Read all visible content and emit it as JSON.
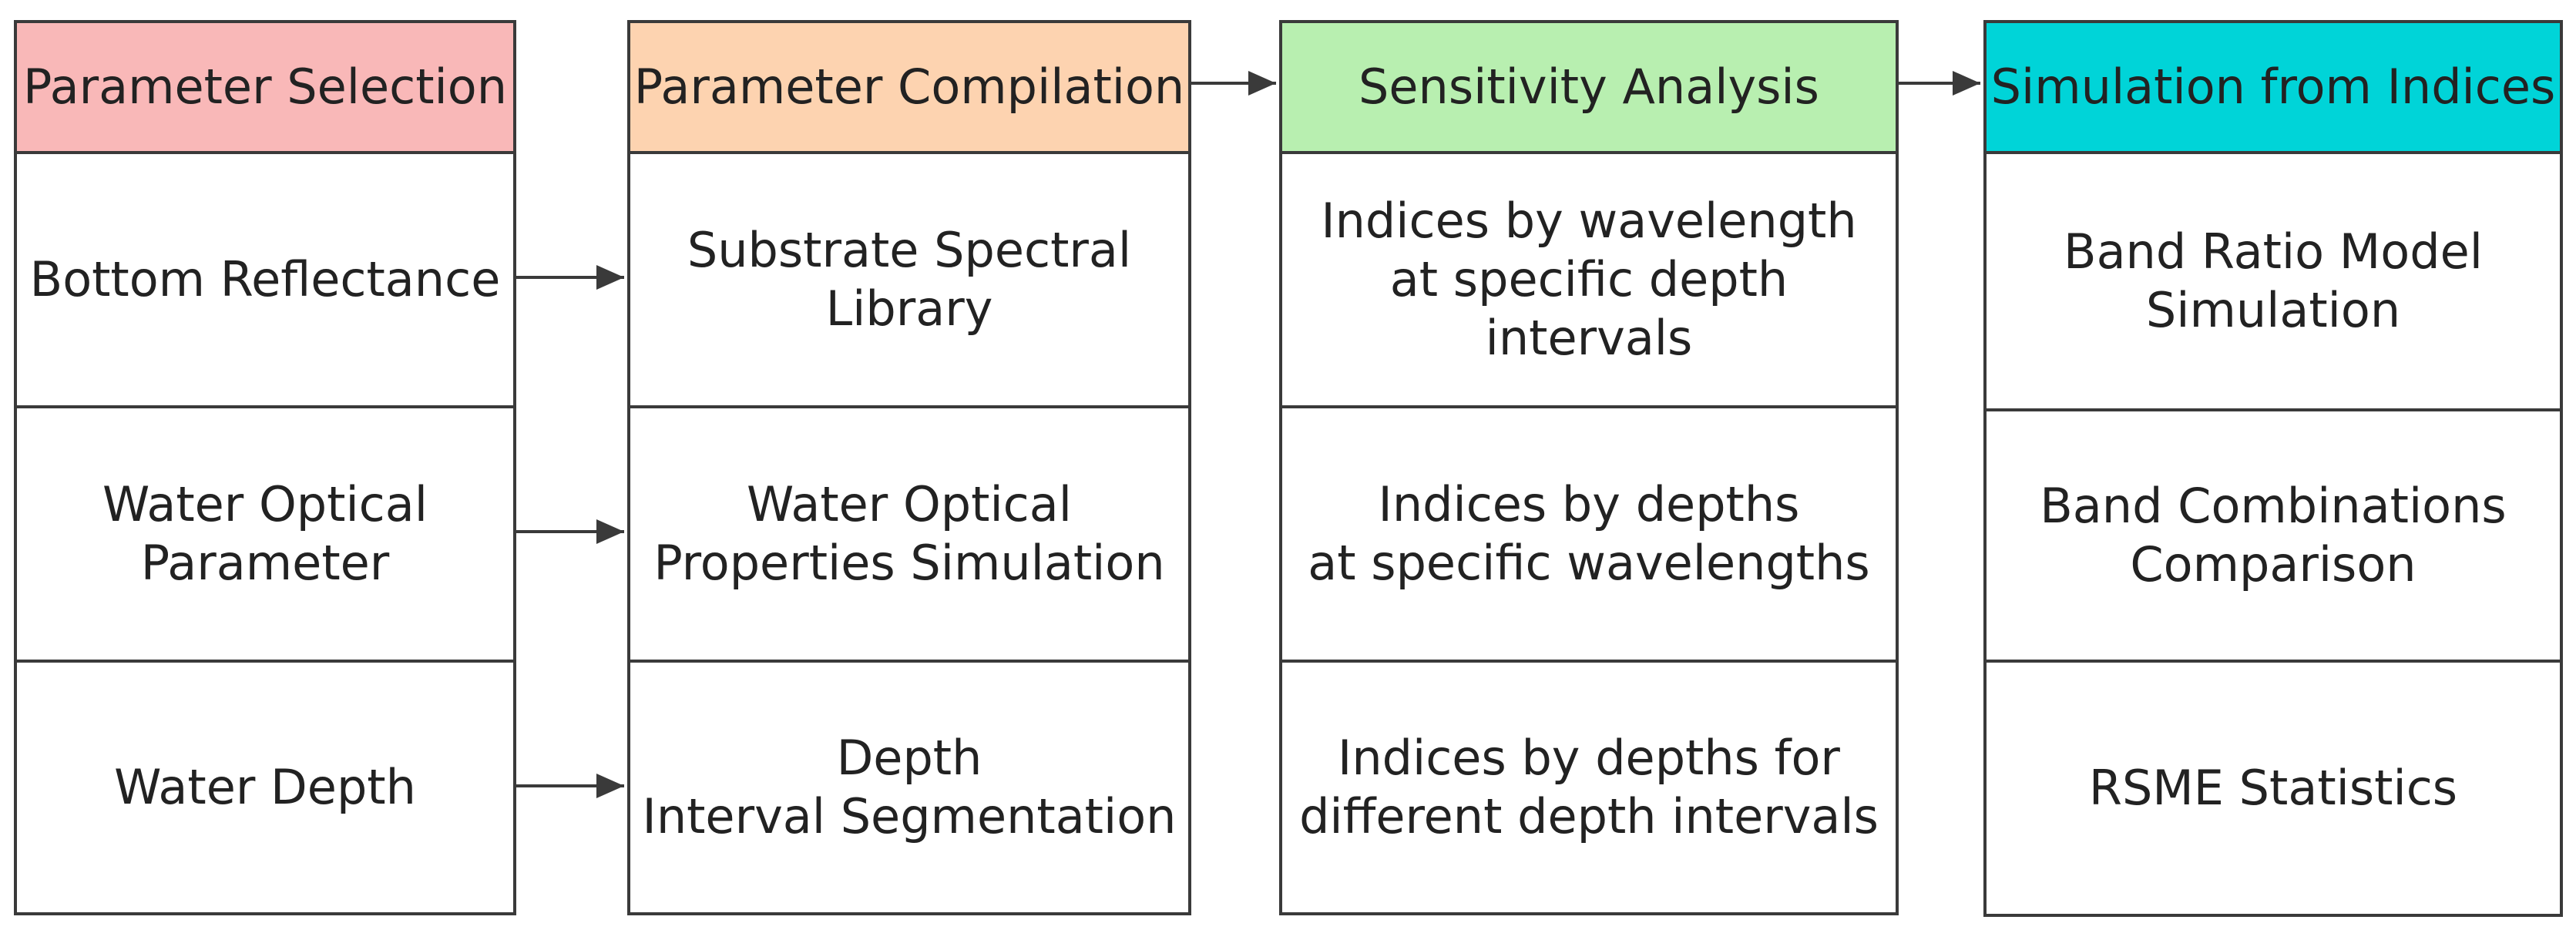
{
  "colors": {
    "header_1": "#f9b8b8",
    "header_2": "#fdd3b0",
    "header_3": "#b8efb0",
    "header_4": "#00d4d8",
    "border": "#3a3a3a",
    "arrow": "#3a3a3a"
  },
  "columns": [
    {
      "header": "Parameter Selection",
      "items": [
        "Bottom Reflectance",
        "Water Optical\nParameter",
        "Water Depth"
      ]
    },
    {
      "header": "Parameter Compilation",
      "items": [
        "Substrate Spectral\nLibrary",
        "Water Optical\nProperties Simulation",
        "Depth\nInterval Segmentation"
      ]
    },
    {
      "header": "Sensitivity Analysis",
      "items": [
        "Indices by wavelength\nat specific depth intervals",
        "Indices by depths\nat specific wavelengths",
        "Indices by depths for\ndifferent depth intervals"
      ]
    },
    {
      "header": "Simulation from Indices",
      "items": [
        "Band Ratio Model\nSimulation",
        "Band Combinations\nComparison",
        "RSME Statistics"
      ]
    }
  ]
}
